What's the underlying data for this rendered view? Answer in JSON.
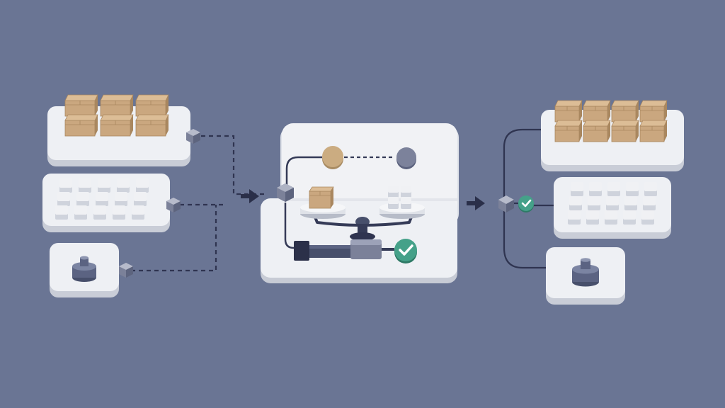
{
  "colors": {
    "background": "#6a7594",
    "tray": "#eef0f4",
    "tray_side": "#c9cdd7",
    "box": "#caa77f",
    "box_top": "#dcbd96",
    "box_dark": "#a9875f",
    "cube": "#f0f1f4",
    "cube_side": "#cfd3dc",
    "weight": "#6b7390",
    "weight_dark": "#474f6b",
    "navy": "#353b57",
    "connector": "#9aa0b4",
    "dashed": "#2f3450",
    "check_green": "#3f9a83",
    "pan_gold": "#c9ab80",
    "pan_grey": "#7a8098"
  },
  "diagram": {
    "inputs": [
      {
        "id": "input-boxes",
        "kind": "cardboard-boxes",
        "count": 6
      },
      {
        "id": "input-cubes",
        "kind": "small-cubes",
        "count": 15
      },
      {
        "id": "input-weight",
        "kind": "weight",
        "count": 1
      }
    ],
    "outputs": [
      {
        "id": "output-boxes",
        "kind": "cardboard-boxes",
        "count": 8
      },
      {
        "id": "output-cubes",
        "kind": "small-cubes",
        "count": 15
      },
      {
        "id": "output-weight",
        "kind": "weight",
        "count": 1
      }
    ],
    "processor": {
      "components": [
        "balance-scale",
        "gold-node",
        "grey-node",
        "actuator",
        "check-badge"
      ],
      "verified": true
    },
    "icons": [
      "arrow-right-icon",
      "check-icon",
      "connector-cube-icon",
      "weight-icon",
      "balance-scale-icon"
    ]
  }
}
